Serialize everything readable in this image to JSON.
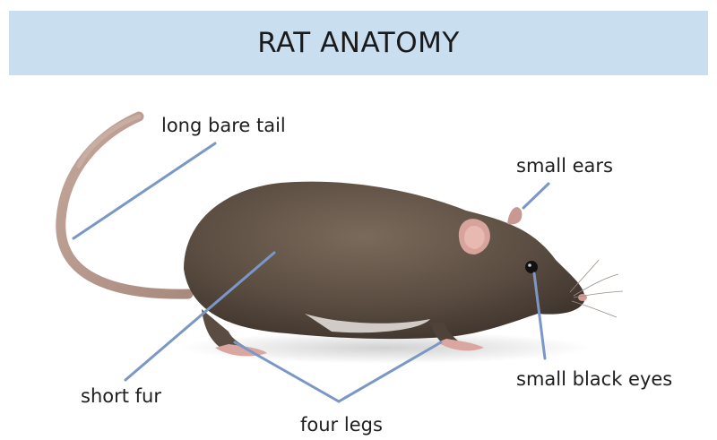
{
  "title": "RAT ANATOMY",
  "labels": {
    "tail": "long bare tail",
    "ears": "small ears",
    "fur": "short fur",
    "eyes": "small black eyes",
    "legs": "four legs"
  },
  "colors": {
    "header_band": "#c9dff0",
    "leader_lines": "#7b97c6",
    "fur": "#5a4c40",
    "skin": "#d9a6a0"
  }
}
